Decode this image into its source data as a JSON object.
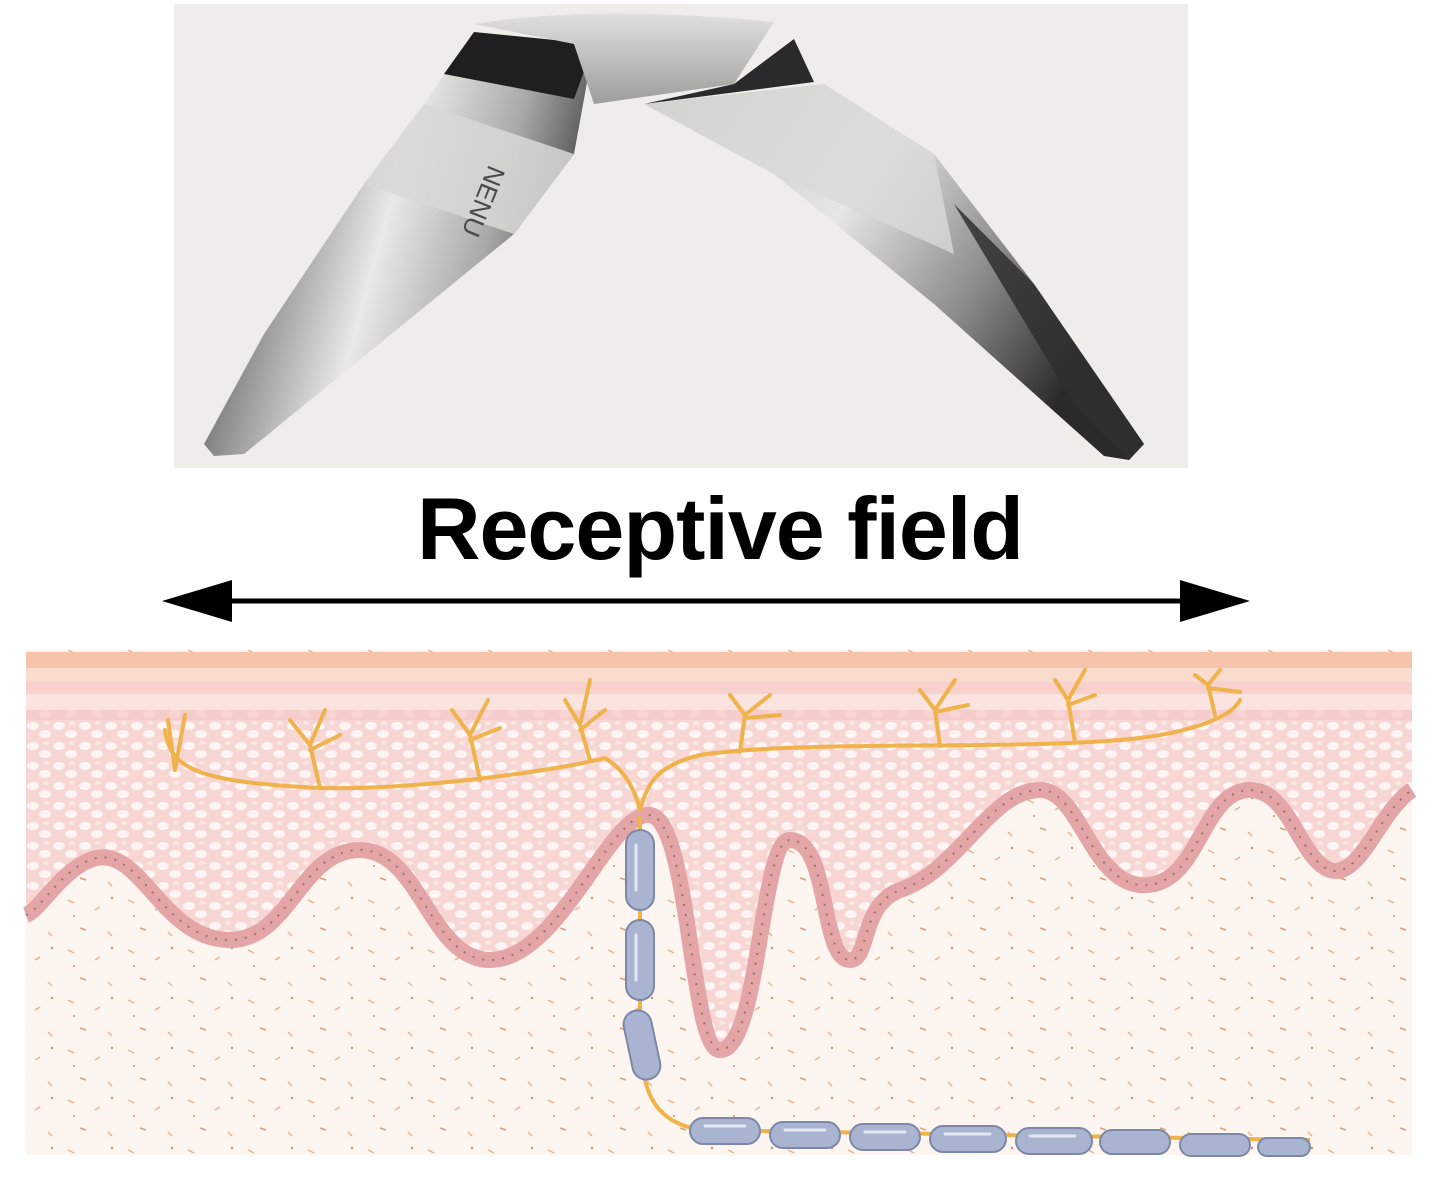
{
  "diagram": {
    "label": "Receptive field",
    "caliper_engraving": "NENU",
    "arrow": {
      "direction": "double-headed"
    },
    "colors": {
      "photo_background": "#eeede9",
      "caliper_steel_light": "#d9d9d5",
      "caliper_steel_dark": "#3a3a3a",
      "epidermis": "#f6c9b6",
      "dermis_papillary": "#f7d9d6",
      "basal_layer": "#e6a8a8",
      "nerve_fiber": "#f0b24a",
      "myelin_sheath": "#a7b2cf",
      "dermis_deep": "#fbf1ea"
    },
    "icons": [
      "caliper-photo-icon",
      "double-arrow-icon",
      "nerve-fiber-icon"
    ]
  }
}
